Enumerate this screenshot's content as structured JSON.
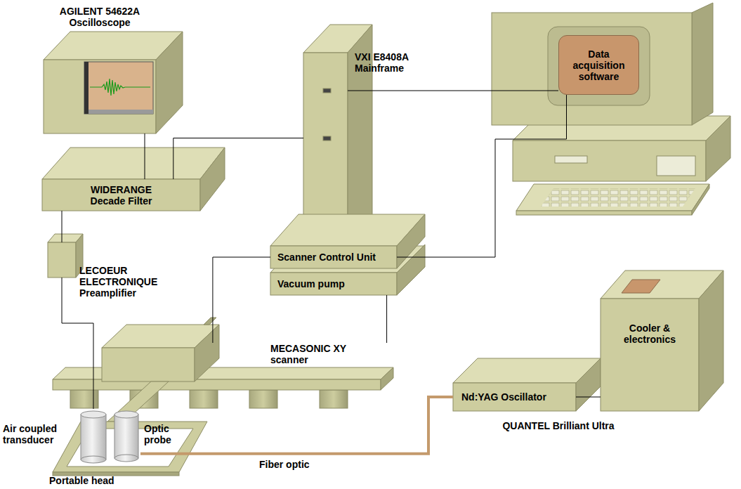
{
  "diagram": {
    "nodes": [
      {
        "text": [
          "AGILENT 54622A Oscilloscope"
        ]
      },
      {
        "text": [
          "VXI E8408A Mainframe"
        ]
      },
      {
        "text": [
          "Data acquisition software"
        ]
      },
      {
        "text": [
          "WIDERANGE Decade Filter"
        ]
      },
      {
        "text": [
          "LECOEUR ELECTRONIQUE Preamplifier"
        ]
      },
      {
        "text": [
          "Scanner Control Unit"
        ]
      },
      {
        "text": [
          "Vacuum pump"
        ]
      },
      {
        "text": [
          "MECASONIC XY scanner"
        ]
      },
      {
        "text": [
          "Nd:YAG Oscillator"
        ]
      },
      {
        "text": [
          "Cooler & electronics"
        ]
      },
      {
        "text": [
          "Portable head"
        ]
      },
      {
        "text": [
          "Air coupled transducer"
        ]
      },
      {
        "text": [
          "Optic probe"
        ]
      }
    ],
    "edges": [
      {
        "from": 0,
        "to": 3,
        "arrow": "none"
      },
      {
        "from": 3,
        "to": 1,
        "arrow": "none"
      },
      {
        "from": 1,
        "to": 2,
        "arrow": "none"
      },
      {
        "from": 2,
        "to": 5,
        "arrow": "none"
      },
      {
        "from": 4,
        "to": 3,
        "arrow": "none"
      },
      {
        "from": 11,
        "to": 4,
        "arrow": "none"
      },
      {
        "from": 5,
        "to": 7,
        "arrow": "none"
      },
      {
        "from": 6,
        "to": 7,
        "arrow": "none"
      },
      {
        "from": 12,
        "to": 8,
        "label": "Fiber optic",
        "arrow": "none"
      },
      {
        "from": 8,
        "to": 9,
        "arrow": "none"
      }
    ],
    "labels": [
      "QUANTEL Brilliant Ultra"
    ]
  }
}
